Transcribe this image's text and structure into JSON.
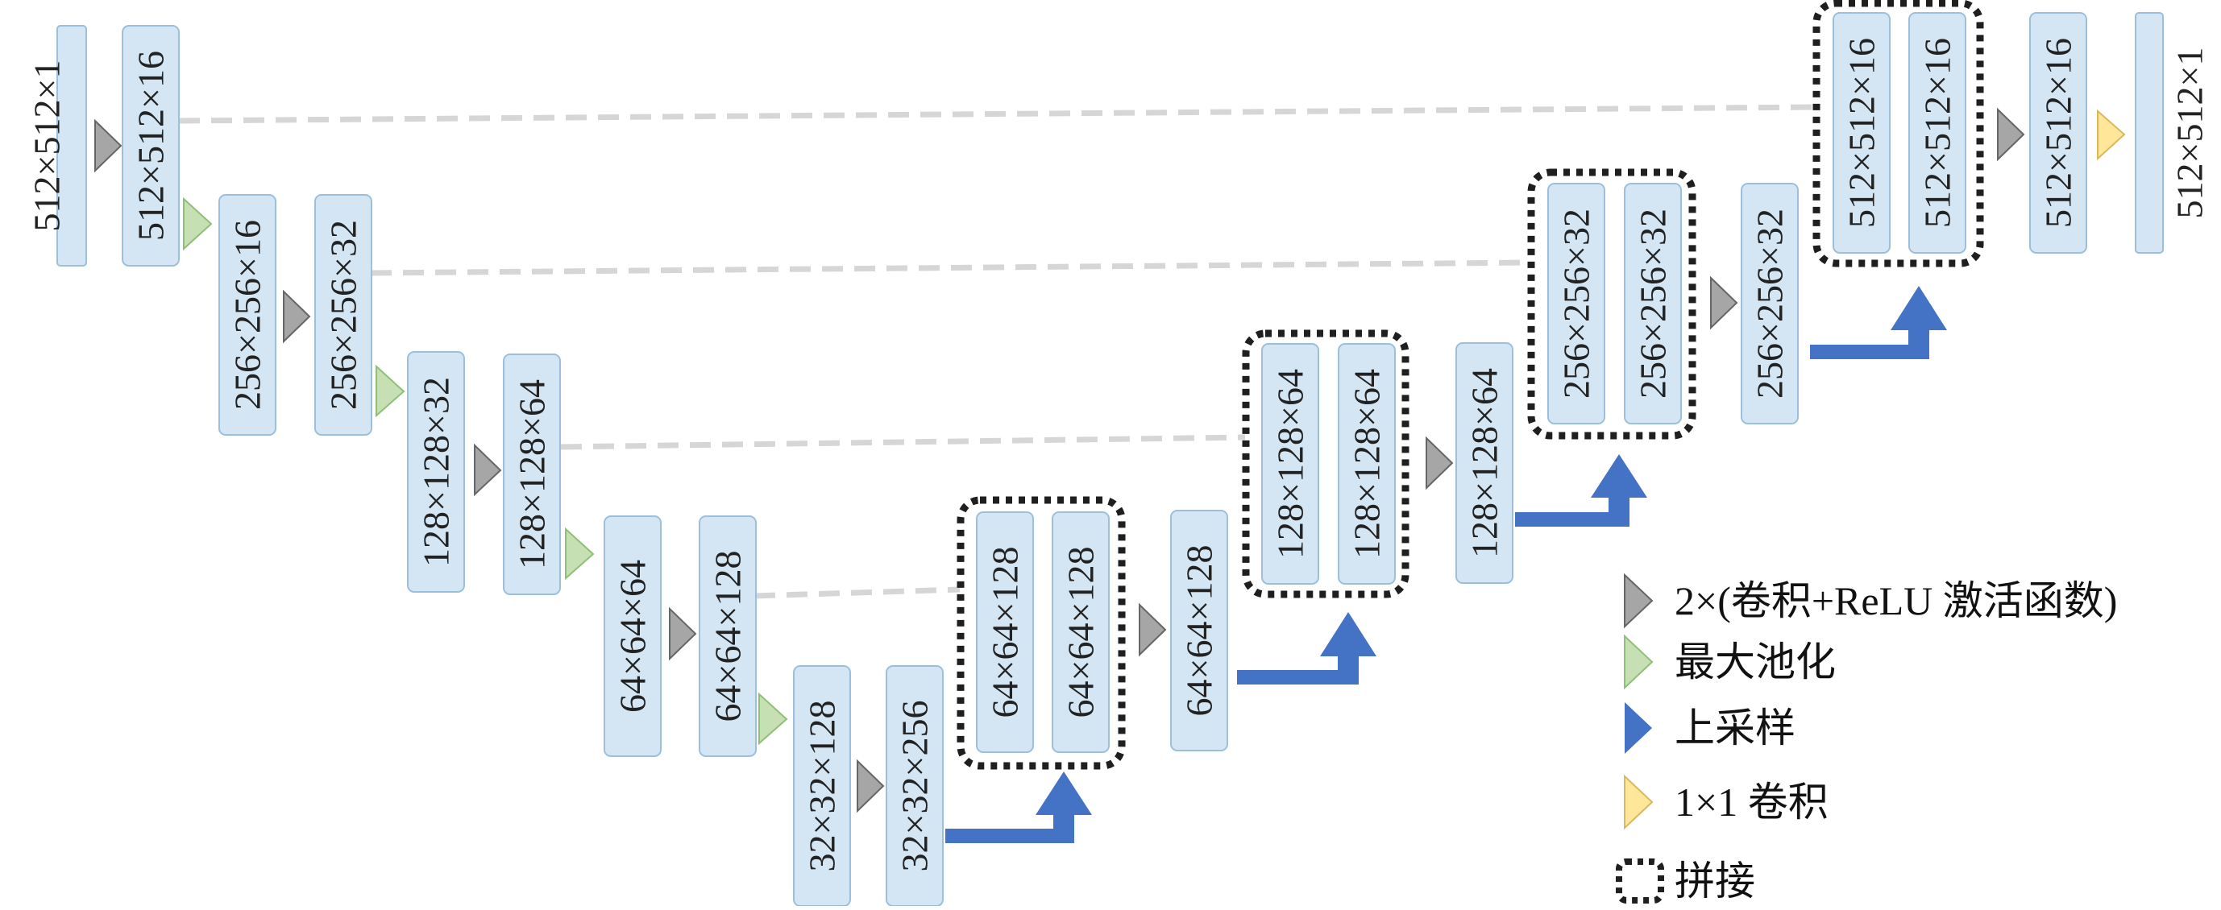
{
  "colors": {
    "box_fill": "#d4e6f4",
    "box_stroke": "#9cbfdc",
    "conv_relu": "#a6a6a6",
    "max_pool": "#c6e0b4",
    "upsample": "#4472c4",
    "conv1x1": "#ffe699",
    "skip_line": "#d6d6d6",
    "concat_border": "#1f1f1f"
  },
  "blocks": {
    "in": "512×512×1",
    "e1": "512×512×16",
    "e2a": "256×256×16",
    "e2b": "256×256×32",
    "e3a": "128×128×32",
    "e3b": "128×128×64",
    "e4a": "64×64×64",
    "e4b": "64×64×128",
    "b1": "32×32×128",
    "b2": "32×32×256",
    "c1a": "64×64×128",
    "c1b": "64×64×128",
    "d1": "64×64×128",
    "c2a": "128×128×64",
    "c2b": "128×128×64",
    "d2": "128×128×64",
    "c3a": "256×256×32",
    "c3b": "256×256×32",
    "d3": "256×256×32",
    "c4a": "512×512×16",
    "c4b": "512×512×16",
    "d4": "512×512×16",
    "out": "512×512×1"
  },
  "legend": {
    "conv_relu": "2×(卷积+ReLU 激活函数)",
    "max_pool": "最大池化",
    "upsample": "上采样",
    "conv1x1": "1×1 卷积",
    "concat": "拼接"
  }
}
